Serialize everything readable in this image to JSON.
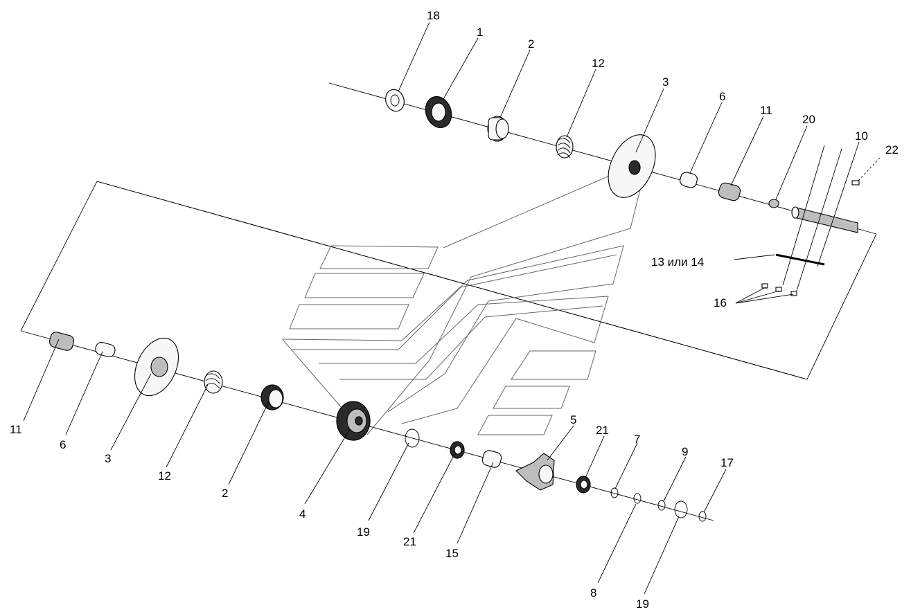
{
  "diagram": {
    "callouts": [
      {
        "id": "lbl-18-top",
        "text": "18"
      },
      {
        "id": "lbl-1-top",
        "text": "1"
      },
      {
        "id": "lbl-2-top",
        "text": "2"
      },
      {
        "id": "lbl-12-top",
        "text": "12"
      },
      {
        "id": "lbl-3-top",
        "text": "3"
      },
      {
        "id": "lbl-6-top",
        "text": "6"
      },
      {
        "id": "lbl-11-top",
        "text": "11"
      },
      {
        "id": "lbl-20",
        "text": "20"
      },
      {
        "id": "lbl-10",
        "text": "10"
      },
      {
        "id": "lbl-22",
        "text": "22"
      },
      {
        "id": "lbl-13-14",
        "text": "13 или 14"
      },
      {
        "id": "lbl-16",
        "text": "16"
      },
      {
        "id": "lbl-11-bottom",
        "text": "11"
      },
      {
        "id": "lbl-6-bottom",
        "text": "6"
      },
      {
        "id": "lbl-3-bottom",
        "text": "3"
      },
      {
        "id": "lbl-12-bottom",
        "text": "12"
      },
      {
        "id": "lbl-2-bottom",
        "text": "2"
      },
      {
        "id": "lbl-4",
        "text": "4"
      },
      {
        "id": "lbl-19-left",
        "text": "19"
      },
      {
        "id": "lbl-21-left",
        "text": "21"
      },
      {
        "id": "lbl-15",
        "text": "15"
      },
      {
        "id": "lbl-5",
        "text": "5"
      },
      {
        "id": "lbl-21-right",
        "text": "21"
      },
      {
        "id": "lbl-7",
        "text": "7"
      },
      {
        "id": "lbl-9",
        "text": "9"
      },
      {
        "id": "lbl-17",
        "text": "17"
      },
      {
        "id": "lbl-8",
        "text": "8"
      },
      {
        "id": "lbl-19-right",
        "text": "19"
      }
    ]
  }
}
